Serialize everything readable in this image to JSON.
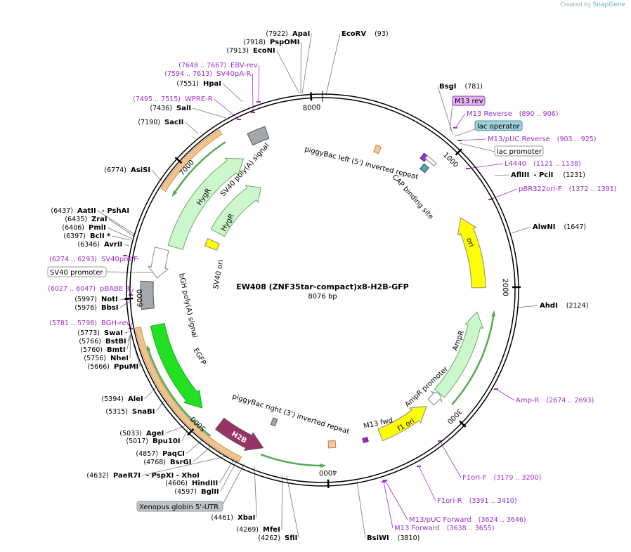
{
  "credit": {
    "prefix": "Created by",
    "brand": "SnapGene"
  },
  "plasmid": {
    "name": "EW408 (ZNF35tar-compact)x8-H2B-GFP",
    "size": "8076 bp"
  },
  "ticks": [
    "1000",
    "2000",
    "3000",
    "4000",
    "5000",
    "6000",
    "7000",
    "8000"
  ],
  "enzymes": [
    {
      "pos": "(7922)",
      "name": "ApaI"
    },
    {
      "pos": "(7918)",
      "name": "PspOMI"
    },
    {
      "pos": "(7913)",
      "name": "EcoNI"
    },
    {
      "pos": "(93)",
      "name": "EcoRV"
    },
    {
      "pos": "(7551)",
      "name": "HpaI"
    },
    {
      "pos": "(7436)",
      "name": "SalI"
    },
    {
      "pos": "(7190)",
      "name": "SacII"
    },
    {
      "pos": "(6774)",
      "name": "AsiSI"
    },
    {
      "pos": "(6437)",
      "name": "AatII",
      "extra": "- PshAI"
    },
    {
      "pos": "(6435)",
      "name": "ZraI"
    },
    {
      "pos": "(6406)",
      "name": "PmlI"
    },
    {
      "pos": "(6397)",
      "name": "BclI *"
    },
    {
      "pos": "(6346)",
      "name": "AvrII"
    },
    {
      "pos": "(5997)",
      "name": "NotI"
    },
    {
      "pos": "(5976)",
      "name": "BbsI"
    },
    {
      "pos": "(5773)",
      "name": "SwaI"
    },
    {
      "pos": "(5766)",
      "name": "BstBI"
    },
    {
      "pos": "(5760)",
      "name": "BmtI"
    },
    {
      "pos": "(5756)",
      "name": "NheI"
    },
    {
      "pos": "(5666)",
      "name": "PpuMI"
    },
    {
      "pos": "(5394)",
      "name": "AleI"
    },
    {
      "pos": "(5315)",
      "name": "SnaBI"
    },
    {
      "pos": "(5033)",
      "name": "AgeI"
    },
    {
      "pos": "(5017)",
      "name": "Bpu10I"
    },
    {
      "pos": "(4857)",
      "name": "PaqCI"
    },
    {
      "pos": "(4768)",
      "name": "BsrGI"
    },
    {
      "pos": "(4632)",
      "name": "PaeR7I",
      "extra": "- PspXI   - XhoI"
    },
    {
      "pos": "(4606)",
      "name": "HindIII"
    },
    {
      "pos": "(4597)",
      "name": "BglII"
    },
    {
      "pos": "(4461)",
      "name": "XbaI"
    },
    {
      "pos": "(4269)",
      "name": "MfeI"
    },
    {
      "pos": "(4262)",
      "name": "SfiI"
    },
    {
      "pos": "(3810)",
      "name": "BsiWI"
    },
    {
      "pos": "(781)",
      "name": "BsgI"
    },
    {
      "pos": "(1231)",
      "name": "AflIII",
      "extra": "- PciI"
    },
    {
      "pos": "(1647)",
      "name": "AlwNI"
    },
    {
      "pos": "(2124)",
      "name": "AhdI"
    }
  ],
  "primers": [
    {
      "name": "EBV-rev",
      "pos": "(7648 .. 7667)"
    },
    {
      "name": "SV40pA-R",
      "pos": "(7594 .. 7613)"
    },
    {
      "name": "WPRE-R",
      "pos": "(7495 .. 7515)"
    },
    {
      "name": "SV40pro-F",
      "pos": "(6274 .. 6293)"
    },
    {
      "name": "pBABE 3'",
      "pos": "(6027 .. 6047)"
    },
    {
      "name": "BGH-rev",
      "pos": "(5781 .. 5798)"
    },
    {
      "name": "M13 Reverse",
      "pos": "(890 .. 906)"
    },
    {
      "name": "M13/pUC Reverse",
      "pos": "(903 .. 925)"
    },
    {
      "name": "L4440",
      "pos": "(1121 .. 1138)"
    },
    {
      "name": "pBR322ori-F",
      "pos": "(1372 .. 1391)"
    },
    {
      "name": "Amp-R",
      "pos": "(2674 .. 2693)"
    },
    {
      "name": "F1ori-F",
      "pos": "(3179 .. 3200)"
    },
    {
      "name": "F1ori-R",
      "pos": "(3391 .. 3410)"
    },
    {
      "name": "M13/pUC Forward",
      "pos": "(3624 .. 3646)"
    },
    {
      "name": "M13 Forward",
      "pos": "(3638 .. 3655)"
    }
  ],
  "boxed_labels": {
    "m13rev": "M13 rev",
    "lacop": "lac operator",
    "lacpro": "lac promoter",
    "sv40pro": "SV40 promoter",
    "xenopus": "Xenopus globin 5'-UTR"
  },
  "features": {
    "pb_left": "piggyBac left (5') inverted repeat",
    "cap": "CAP binding site",
    "ori": "ori",
    "ampr": "AmpR",
    "ampr_pro": "AmpR promoter",
    "f1ori": "f1 ori",
    "m13fwd": "M13 fwd",
    "pb_right": "piggyBac right (3') inverted repeat",
    "h2b": "H2B",
    "egfp": "EGFP",
    "bgh": "bGH poly(A) signal",
    "sv40ori": "SV40 ori",
    "hygr_outer": "HygR",
    "hygr_inner": "HygR",
    "sv40pa": "SV40 poly(A) signal"
  },
  "colors": {
    "primer": "#9b30c9",
    "ori": "#ffff00",
    "resist": "#ccf7cc",
    "egfp": "#22e022",
    "h2b": "#993366",
    "polyA": "#a4a8ad",
    "lacop": "#5aa0b0",
    "orange": "#f2c28e"
  }
}
